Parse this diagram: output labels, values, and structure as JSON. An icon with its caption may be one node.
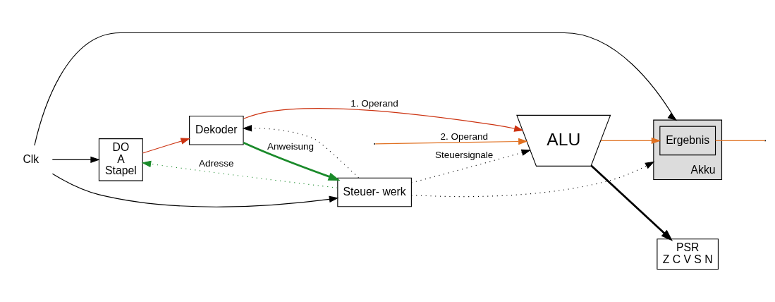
{
  "diagram": {
    "nodes": [
      {
        "text": [
          "DO",
          "A",
          "Stapel"
        ]
      },
      {
        "text": [
          "Dekoder"
        ]
      },
      {
        "text": [
          "Steuer- werk"
        ]
      },
      {
        "text": [
          "PSR",
          "Z C V S N"
        ]
      },
      {
        "text": [
          "ALU"
        ]
      },
      {
        "text": [
          "Akku"
        ]
      },
      {
        "text": [
          "Ergebnis"
        ],
        "in": 5
      },
      {
        "text": [
          "Clk"
        ]
      }
    ],
    "edges": [
      {
        "from": 0,
        "to": 1,
        "arrow": "to",
        "color": "#cc3311"
      },
      {
        "from": 1,
        "to": 4,
        "arrow": "to",
        "label": "1. Operand",
        "color": "#cc3311"
      },
      {
        "from": null,
        "to": 4,
        "arrow": "to",
        "label": "2. Operand",
        "color": "#e07020"
      },
      {
        "from": 1,
        "to": 2,
        "arrow": "to",
        "label": "Anweisung",
        "color": "#1a8a2a",
        "style": "thick"
      },
      {
        "from": 2,
        "to": 1,
        "arrow": "to",
        "style": "dashed"
      },
      {
        "from": 2,
        "to": 4,
        "arrow": "to",
        "label": "Steuersignale",
        "style": "dashed"
      },
      {
        "from": 2,
        "to": 0,
        "arrow": "to",
        "label": "Adresse",
        "style": "dashed",
        "color": "#1a8a2a"
      },
      {
        "from": 4,
        "to": 3,
        "arrow": "to",
        "style": "thick"
      },
      {
        "from": 4,
        "to": 6,
        "arrow": "to",
        "color": "#e07020"
      },
      {
        "from": 2,
        "to": 5,
        "arrow": "to",
        "style": "dashed"
      },
      {
        "from": 7,
        "to": 0,
        "arrow": "to"
      },
      {
        "from": 7,
        "to": 2,
        "arrow": "to"
      },
      {
        "from": 7,
        "to": 5,
        "arrow": "to"
      },
      {
        "from": 6,
        "to": null,
        "arrow": "none",
        "color": "#e07020"
      }
    ]
  }
}
